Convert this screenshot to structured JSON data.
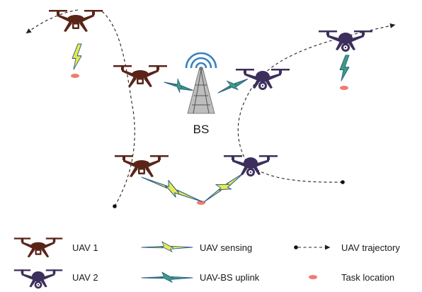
{
  "labels": {
    "base_station": "BS"
  },
  "legend": {
    "uav1": "UAV 1",
    "uav2": "UAV 2",
    "sensing": "UAV sensing",
    "uplink": "UAV-BS uplink",
    "trajectory": "UAV trajectory",
    "task_location": "Task location"
  },
  "colors": {
    "uav1": "#5a2418",
    "uav2": "#3c2f5c",
    "sensing_fill": "#e9e84e",
    "uplink_fill": "#3a9d7d",
    "link_outline": "#2b5d8a",
    "task": "#f07b6e",
    "trajectory": "#222222",
    "bs_signal": "#3b82c4"
  }
}
